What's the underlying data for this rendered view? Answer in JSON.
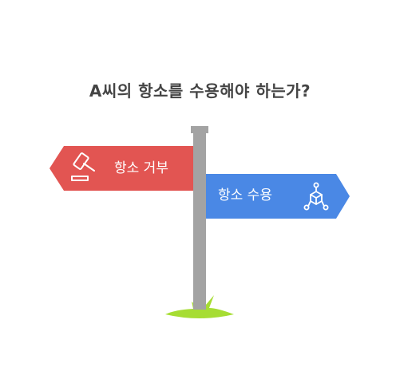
{
  "title": "A씨의 항소를 수용해야 하는가?",
  "signs": {
    "left": {
      "label": "항소 거부",
      "color": "#e25552",
      "icon": "gavel-icon"
    },
    "right": {
      "label": "항소 수용",
      "color": "#4a88e5",
      "icon": "network-cube-icon"
    }
  },
  "colors": {
    "post": "#a3a3a3",
    "grass": "#a6dd33",
    "title": "#444444"
  }
}
